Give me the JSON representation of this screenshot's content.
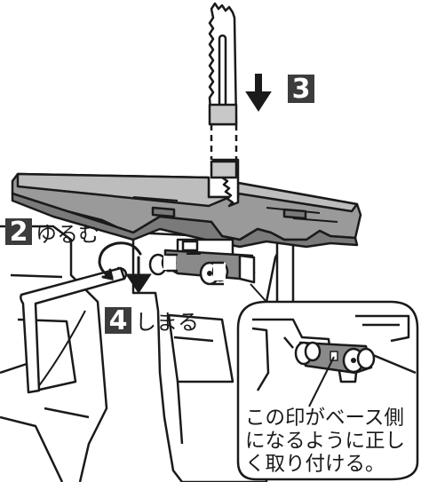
{
  "steps": [
    {
      "number": "3",
      "label": ""
    },
    {
      "number": "2",
      "label": "ゆるむ"
    },
    {
      "number": "4",
      "label": "しまる"
    }
  ],
  "callout": {
    "lines": [
      "この印がベース側",
      "になるように正し",
      "く取り付ける。"
    ]
  },
  "colors": {
    "line": "#1a1a1a",
    "base_gray": "#9a9a9a",
    "base_gray_dark": "#7a7a7a",
    "bracket_gray": "#8a8a8a",
    "blade_gray": "#c8c8c8",
    "badge": "#3c3c3c"
  }
}
